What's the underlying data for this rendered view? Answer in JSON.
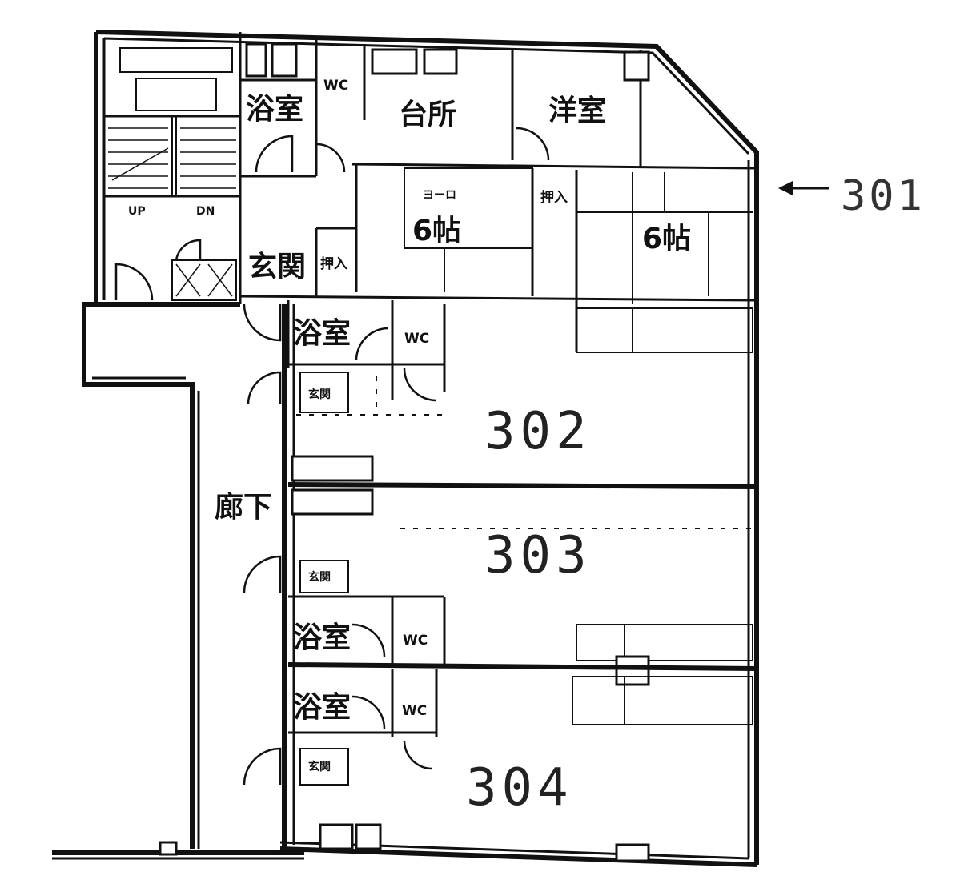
{
  "rooms": {
    "bath_top": "浴室",
    "wc_top": "WC",
    "kitchen": "台所",
    "western_room": "洋室",
    "cupboard_label": "ヨーロ",
    "tatami_6_left": "6帖",
    "closet_top": "押入",
    "tatami_6_right": "6帖",
    "entrance_301": "玄関",
    "closet_entrance": "押入",
    "stair_up": "UP",
    "stair_down": "DN",
    "bath_302": "浴室",
    "wc_302": "WC",
    "entrance_302": "玄関",
    "corridor": "廊下",
    "entrance_303": "玄関",
    "bath_303": "浴室",
    "wc_303": "WC",
    "bath_304": "浴室",
    "wc_304": "WC",
    "entrance_304": "玄関"
  },
  "units": {
    "u301": "301",
    "u302": "302",
    "u303": "303",
    "u304": "304"
  },
  "arrow_icon": "left-arrow-icon"
}
